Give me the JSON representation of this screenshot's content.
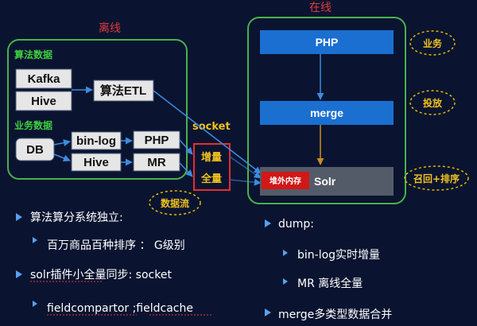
{
  "offline": {
    "title": "离线",
    "algo_label": "算法数据",
    "biz_label": "业务数据",
    "kafka": "Kafka",
    "hive": "Hive",
    "algo_etl": "算法ETL",
    "db": "DB",
    "binlog": "bin-log",
    "php": "PHP",
    "hive2": "Hive",
    "mr": "MR"
  },
  "online": {
    "title": "在线",
    "php": "PHP",
    "merge": "merge",
    "solr_tag": "堆外内存",
    "solr": "Solr"
  },
  "middle": {
    "socket": "socket",
    "incremental": "增量",
    "full": "全量"
  },
  "callouts": {
    "business": "业务",
    "deliver": "投放",
    "recall_sort": "召回+排序",
    "dataflow": "数据流"
  },
  "bullets_left": [
    {
      "text": "算法算分系统独立:",
      "level": 1
    },
    {
      "text": "百万商品百种排序 ： G级别",
      "level": 2
    },
    {
      "text": "solr插件小全量同步: socket",
      "level": 1
    },
    {
      "text": "fieldcompartor ;fieldcache",
      "level": 2
    }
  ],
  "bullets_right": [
    {
      "text": "dump:",
      "level": 1
    },
    {
      "text": "bin-log实时增量",
      "level": 2
    },
    {
      "text": "MR 离线全量",
      "level": 2
    },
    {
      "text": "merge多类型数据合并",
      "level": 1
    }
  ]
}
